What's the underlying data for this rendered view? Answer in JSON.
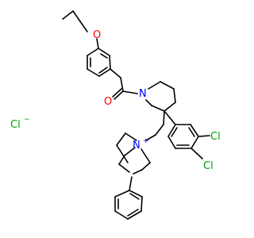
{
  "molecule": {
    "atoms": {
      "oxygen_ether": "O",
      "oxygen_carbonyl": "O",
      "nitrogen_amide": "N",
      "nitrogen_quaternary": "N",
      "nitrogen_charge": "+",
      "chlorine_upper": "Cl",
      "chlorine_lower": "Cl"
    },
    "counterion": {
      "symbol": "Cl",
      "charge": "−"
    }
  },
  "colors": {
    "bond": "#000000",
    "oxygen": "#ff0000",
    "nitrogen": "#0000ff",
    "chlorine": "#00a000",
    "background": "#ffffff"
  }
}
